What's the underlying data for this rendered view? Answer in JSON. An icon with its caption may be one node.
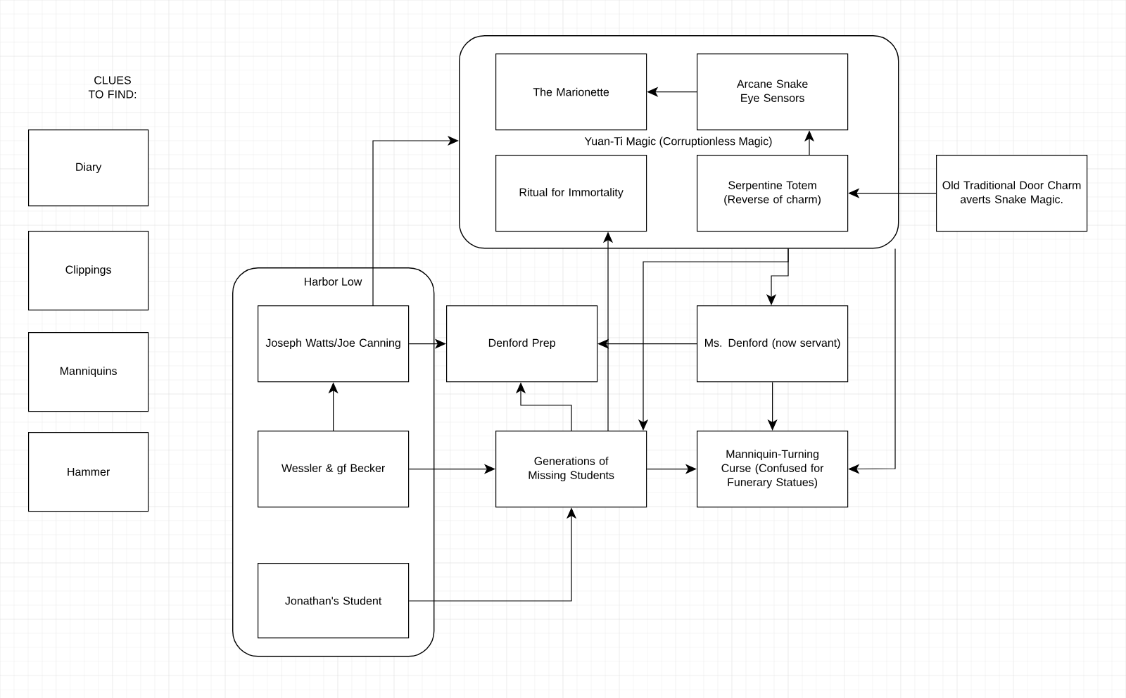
{
  "diagram": {
    "nodes": [
      {
        "text": [
          "Diary"
        ]
      },
      {
        "text": [
          "Clippings"
        ]
      },
      {
        "text": [
          "Manniquins"
        ]
      },
      {
        "text": [
          "Hammer"
        ]
      },
      {
        "text": [
          "Yuan-Ti Magic (Corruptionless Magic)"
        ]
      },
      {
        "text": [
          "The Marionette"
        ],
        "in": 4
      },
      {
        "text": [
          "Arcane Snake Eye Sensors"
        ],
        "in": 4
      },
      {
        "text": [
          "Ritual for Immortality"
        ],
        "in": 4
      },
      {
        "text": [
          "Serpentine Totem (Reverse of charm)"
        ],
        "in": 4
      },
      {
        "text": [
          "Old Traditional Door Charm averts Snake Magic."
        ]
      },
      {
        "text": [
          "Harbor Low"
        ]
      },
      {
        "text": [
          "Joseph Watts/Joe Canning"
        ],
        "in": 10
      },
      {
        "text": [
          "Denford Prep"
        ]
      },
      {
        "text": [
          "Ms. Denford (now servant)"
        ]
      },
      {
        "text": [
          "Wessler & gf Becker"
        ],
        "in": 10
      },
      {
        "text": [
          "Generations of Missing Students"
        ]
      },
      {
        "text": [
          "Manniquin-Turning Curse (Confused for Funerary Statues)"
        ]
      },
      {
        "text": [
          "Jonathan's Student"
        ],
        "in": 10
      }
    ],
    "edges": [
      {
        "from": 11,
        "to": 4,
        "arrow": "to"
      },
      {
        "from": 6,
        "to": 5,
        "arrow": "to"
      },
      {
        "from": 8,
        "to": 6,
        "arrow": "to"
      },
      {
        "from": 9,
        "to": 8,
        "arrow": "to"
      },
      {
        "from": 15,
        "to": 7,
        "arrow": "to"
      },
      {
        "from": 4,
        "to": 13,
        "arrow": "to"
      },
      {
        "from": 4,
        "to": 15,
        "arrow": "to"
      },
      {
        "from": 4,
        "to": 16,
        "arrow": "to"
      },
      {
        "from": 11,
        "to": 12,
        "arrow": "to"
      },
      {
        "from": 13,
        "to": 12,
        "arrow": "to"
      },
      {
        "from": 15,
        "to": 12,
        "arrow": "to"
      },
      {
        "from": 14,
        "to": 11,
        "arrow": "to"
      },
      {
        "from": 14,
        "to": 15,
        "arrow": "to"
      },
      {
        "from": 15,
        "to": 16,
        "arrow": "to"
      },
      {
        "from": 13,
        "to": 16,
        "arrow": "to"
      },
      {
        "from": 17,
        "to": 15,
        "arrow": "to"
      }
    ],
    "labels": [
      "CLUES TO FIND:"
    ]
  }
}
